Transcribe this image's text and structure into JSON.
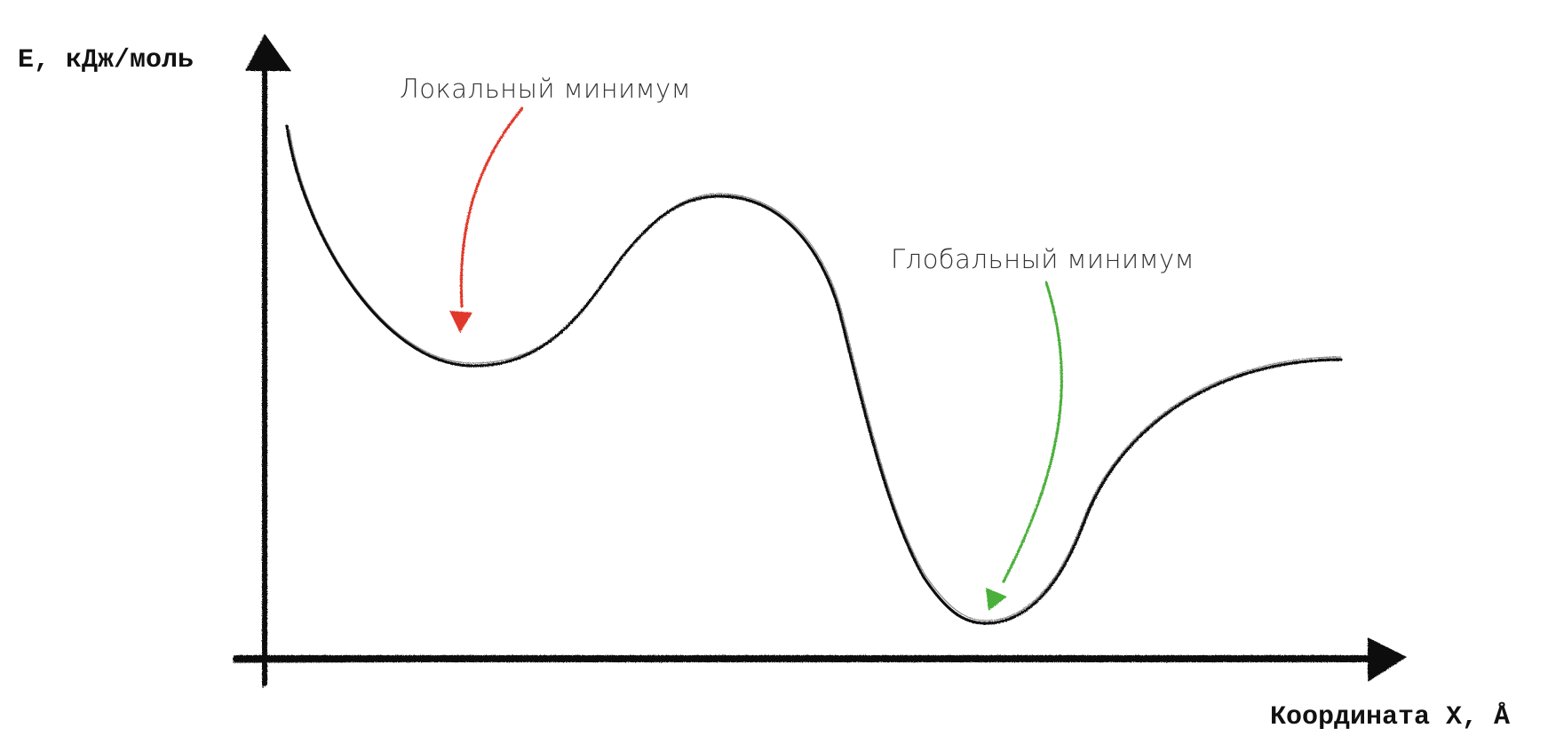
{
  "axes": {
    "y_label": "E, кДж/моль",
    "x_label": "Координата X, Å"
  },
  "annotations": {
    "local_minimum": "Локальный минимум",
    "global_minimum": "Глобальный минимум"
  },
  "colors": {
    "curve": "#111111",
    "axis": "#111111",
    "local_arrow": "#e0392b",
    "global_arrow": "#4caf3a",
    "background": "#ffffff"
  }
}
